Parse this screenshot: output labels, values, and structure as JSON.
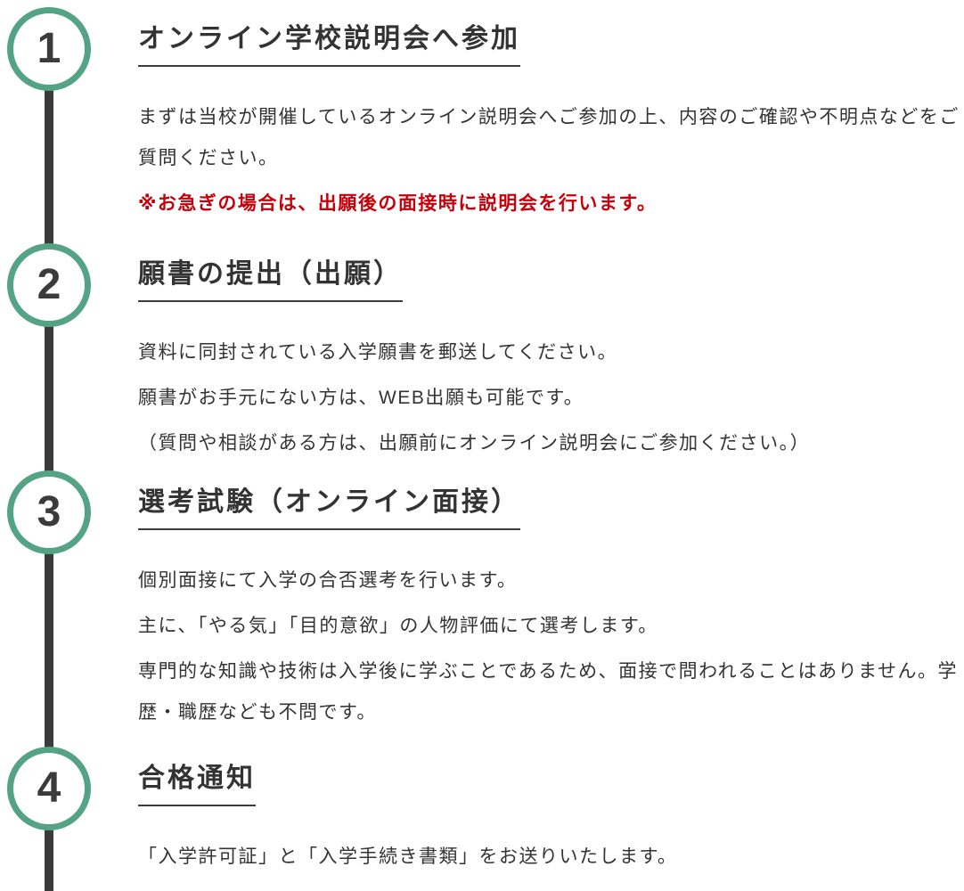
{
  "colors": {
    "accent_green": "#54a384",
    "rail_dark": "#3b3b3b",
    "text": "#333333",
    "note_red": "#c7000b",
    "background": "#ffffff"
  },
  "steps": [
    {
      "number": "1",
      "title": "オンライン学校説明会へ参加",
      "lines": [
        {
          "text": "まずは当校が開催しているオンライン説明会へご参加の上、内容のご確認や不明点などをご質問ください。",
          "emphasis": false
        },
        {
          "text": "※お急ぎの場合は、出願後の面接時に説明会を行います。",
          "emphasis": true
        }
      ]
    },
    {
      "number": "2",
      "title": "願書の提出（出願）",
      "lines": [
        {
          "text": "資料に同封されている入学願書を郵送してください。",
          "emphasis": false
        },
        {
          "text": "願書がお手元にない方は、WEB出願も可能です。",
          "emphasis": false
        },
        {
          "text": "（質問や相談がある方は、出願前にオンライン説明会にご参加ください。）",
          "emphasis": false
        }
      ]
    },
    {
      "number": "3",
      "title": "選考試験（オンライン面接）",
      "lines": [
        {
          "text": "個別面接にて入学の合否選考を行います。",
          "emphasis": false
        },
        {
          "text": "主に、「やる気」「目的意欲」の人物評価にて選考します。",
          "emphasis": false
        },
        {
          "text": "専門的な知識や技術は入学後に学ぶことであるため、面接で問われることはありません。学歴・職歴なども不問です。",
          "emphasis": false
        }
      ]
    },
    {
      "number": "4",
      "title": "合格通知",
      "lines": [
        {
          "text": "「入学許可証」と「入学手続き書類」をお送りいたします。",
          "emphasis": false
        }
      ]
    }
  ]
}
